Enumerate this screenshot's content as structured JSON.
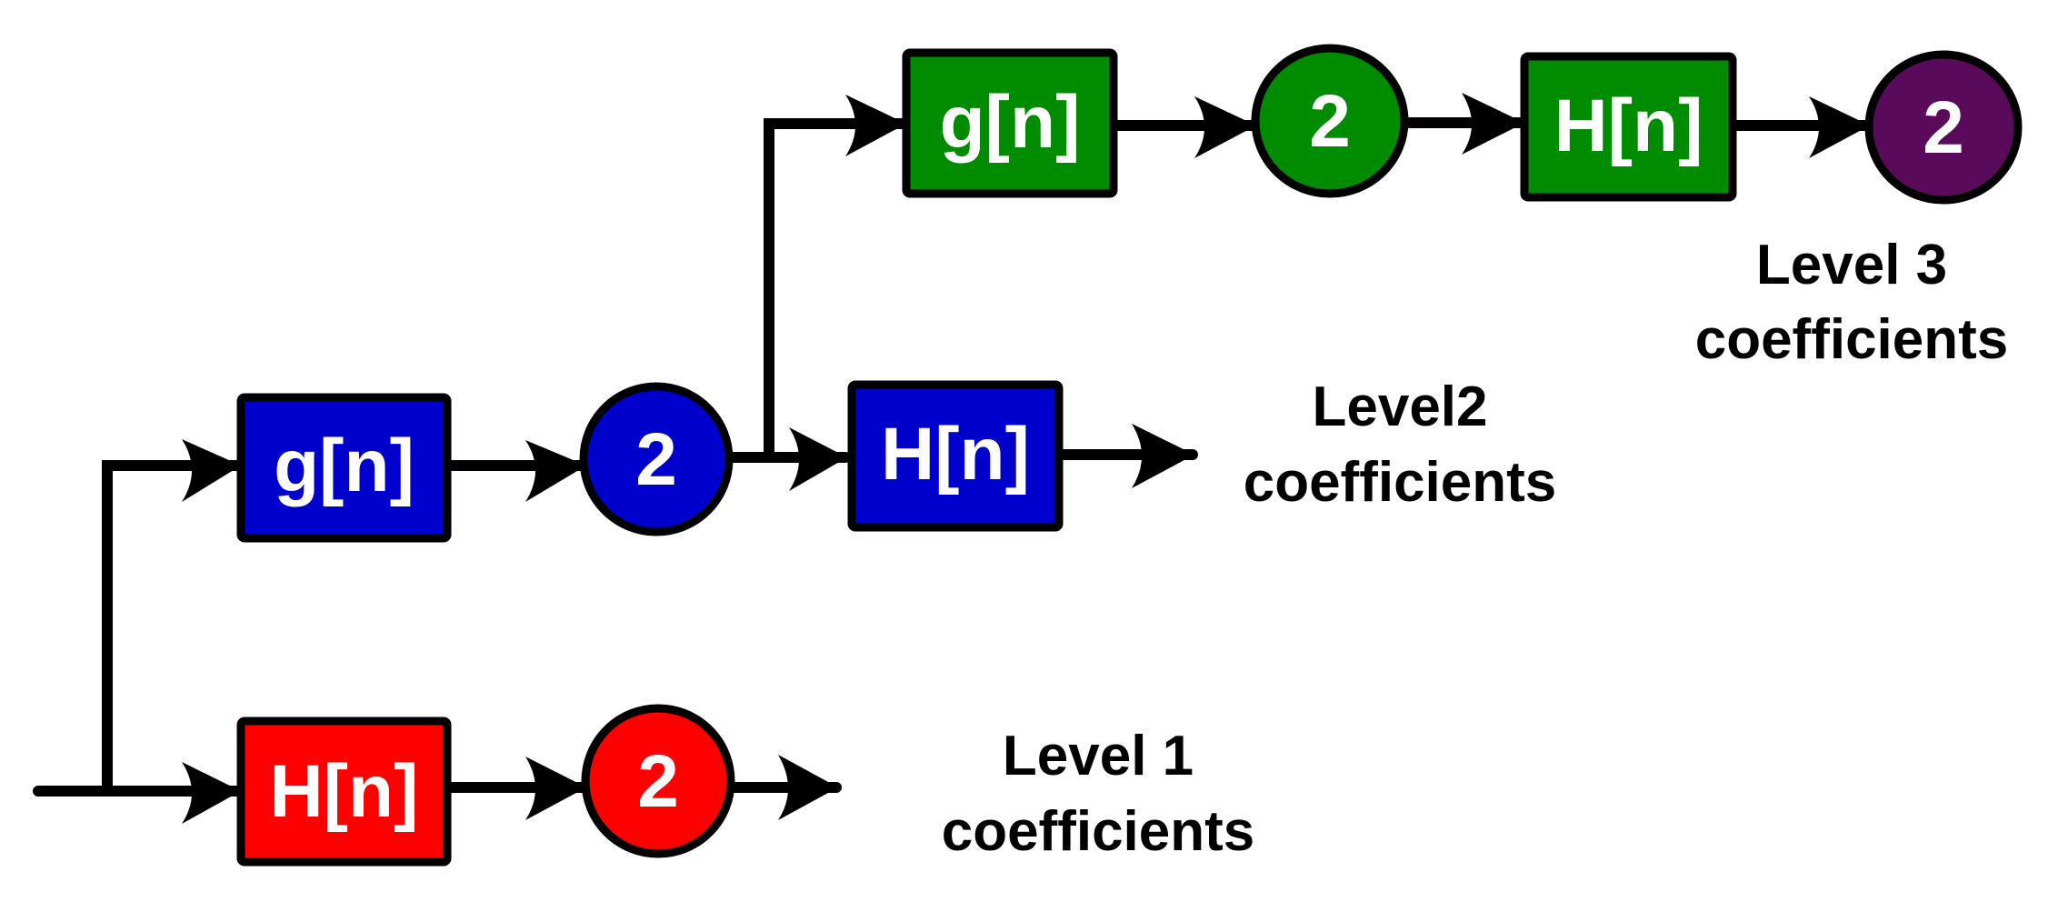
{
  "diagram": {
    "colors": {
      "level1": "#ff0000",
      "level2": "#0000cc",
      "level3": "#008c00",
      "final": "#5a0a5a",
      "wire": "#000000"
    },
    "filters": {
      "l1_h": "H[n]",
      "l1_g": "g[n]",
      "l2_h": "H[n]",
      "l2_g": "g[n]",
      "l3_h": "H[n]"
    },
    "downsamplers": {
      "l1": "2",
      "l2": "2",
      "l3_g": "2",
      "l3_h": "2"
    },
    "labels": {
      "level1": [
        "Level 1",
        "coefficients"
      ],
      "level2": [
        "Level2",
        "coefficients"
      ],
      "level3": [
        "Level 3",
        "coefficients"
      ]
    }
  }
}
